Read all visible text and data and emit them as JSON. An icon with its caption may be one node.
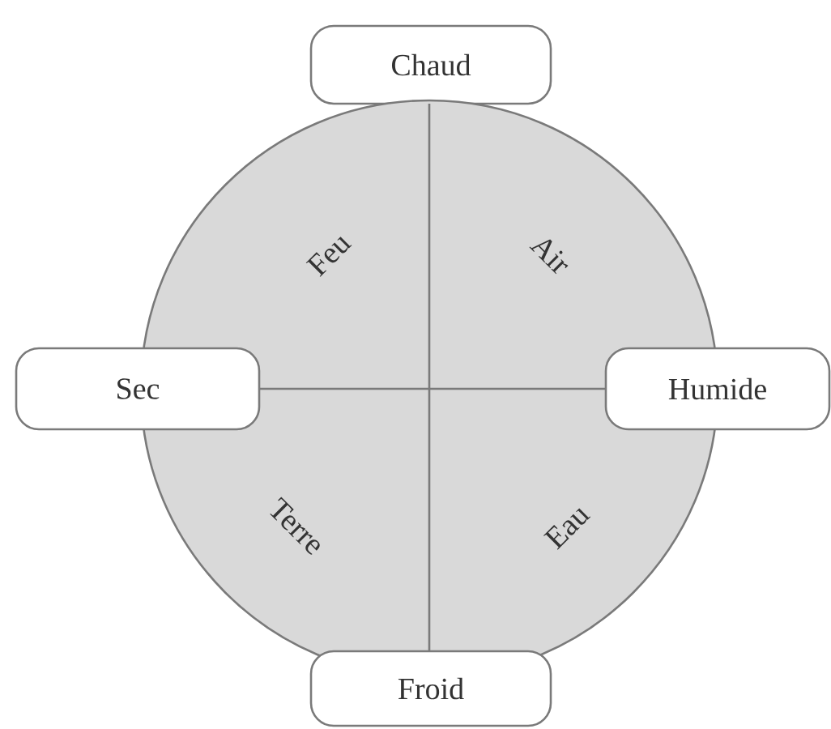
{
  "diagram": {
    "nodes": [
      {
        "text": [
          "Chaud"
        ]
      },
      {
        "text": [
          "Feu",
          "Air",
          "Terre",
          "Eau"
        ]
      },
      {
        "text": [
          "Sec"
        ]
      },
      {
        "text": [
          "Humide"
        ]
      },
      {
        "text": [
          "Froid"
        ]
      }
    ]
  }
}
